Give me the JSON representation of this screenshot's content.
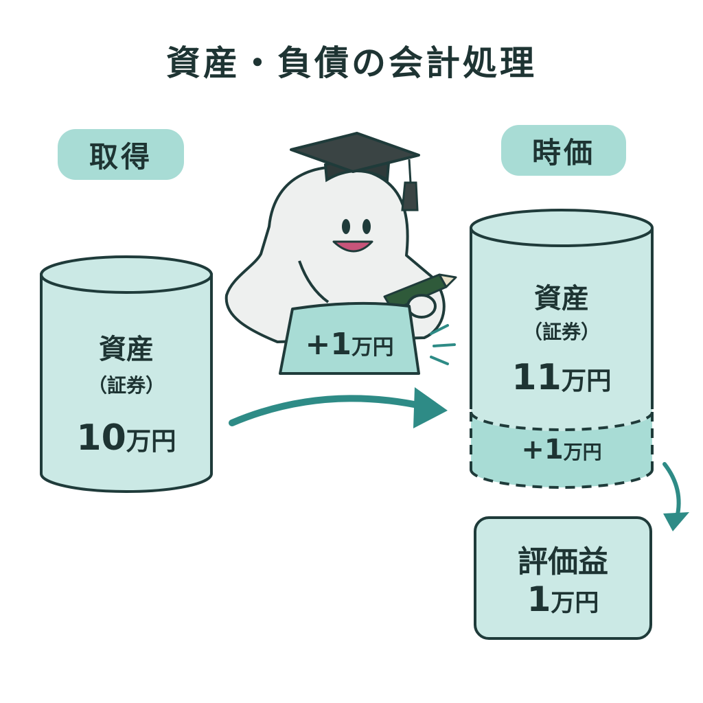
{
  "title": "資産・負債の会計処理",
  "acquisition": {
    "badge": "取得",
    "asset_label": "資産",
    "asset_sublabel": "（証券）",
    "amount": "10",
    "unit": "万円"
  },
  "market_value": {
    "badge": "時価",
    "asset_label": "資産",
    "asset_sublabel": "（証券）",
    "amount": "11",
    "unit": "万円",
    "increase_amount": "+1",
    "increase_unit": "万円"
  },
  "mascot": {
    "sign_amount": "+1",
    "sign_unit": "万円"
  },
  "valuation_gain": {
    "label": "評価益",
    "amount": "1",
    "unit": "万円"
  },
  "colors": {
    "teal_fill": "#cbe9e5",
    "teal_mid": "#a8dcd5",
    "teal_arrow": "#2e8b86",
    "outline": "#1f3b3a"
  }
}
